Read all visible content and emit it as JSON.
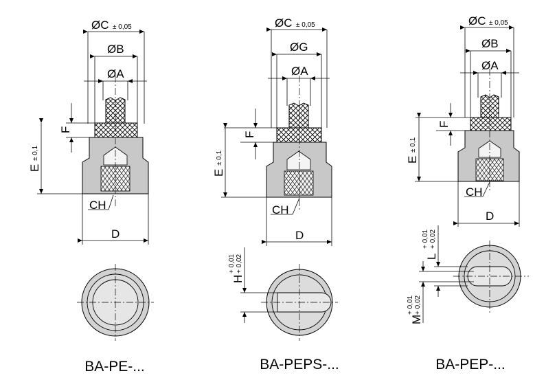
{
  "palette": {
    "body_gray": "#c8c8c8",
    "line": "#000000",
    "background": "#ffffff"
  },
  "views": [
    {
      "caption": "BA-PE-...",
      "labels": {
        "c": "ØC",
        "c_tol": "± 0,05",
        "b": "ØB",
        "a": "ØA",
        "f": "F",
        "e": "E",
        "e_tol": "± 0,1",
        "ch": "CH",
        "d": "D"
      }
    },
    {
      "caption": "BA-PEPS-...",
      "labels": {
        "c": "ØC",
        "c_tol": "± 0,05",
        "g": "ØG",
        "a": "ØA",
        "f": "F",
        "e": "E",
        "e_tol": "± 0,1",
        "ch": "CH",
        "d": "D",
        "h": "H",
        "h_tol_top": "+ 0,01",
        "h_tol_bottom": "+ 0,02"
      }
    },
    {
      "caption": "BA-PEP-...",
      "labels": {
        "c": "ØC",
        "c_tol": "± 0,05",
        "b": "ØB",
        "a": "ØA",
        "f": "F",
        "e": "E",
        "e_tol": "± 0,1",
        "ch": "CH",
        "d": "D",
        "l": "L",
        "l_tol_top": "+ 0,01",
        "l_tol_bottom": "+ 0,02",
        "m": "M",
        "m_tol_top": "+ 0,01",
        "m_tol_bottom": "+ 0,02"
      }
    }
  ]
}
